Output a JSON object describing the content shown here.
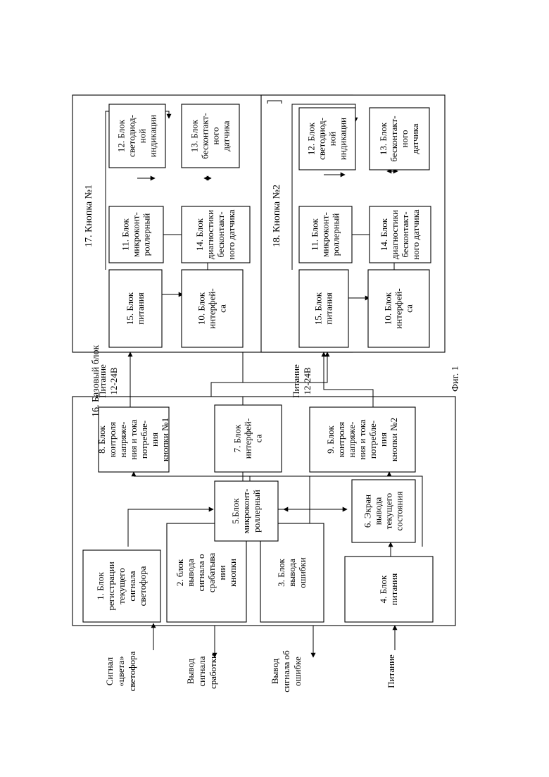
{
  "containers": {
    "base": "16. Базовый блок",
    "button1": "17. Кнопка №1",
    "button2": "18. Кнопка №2"
  },
  "base_blocks": {
    "b1": [
      "1. Блок",
      "регистрации",
      "текущего",
      "сигнала",
      "светофора"
    ],
    "b2": [
      "2. блок",
      "вывода",
      "сигнала о",
      "срабатыва",
      "нии",
      "кнопки"
    ],
    "b3": [
      "3. Блок",
      "вывода",
      "ошибки"
    ],
    "b4": [
      "4. Блок",
      "питания"
    ],
    "b5": [
      "5.Блок",
      "микроконт-",
      "роллерный"
    ],
    "b6": [
      "6. Экран",
      "вывода",
      "текущего",
      "состояния"
    ],
    "b7": [
      "7. Блок",
      "интерфей-",
      "са"
    ],
    "b8": [
      "8. Блок",
      "контроля",
      "напряже-",
      "ния и тока",
      "потребле-",
      "ния",
      "кнопки №1"
    ],
    "b9": [
      "9. Блок",
      "контроля",
      "напряже-",
      "ния и тока",
      "потребле-",
      "ния",
      "кнопки №2"
    ]
  },
  "button_blocks": {
    "b10": [
      "10. Блок",
      "интерфей-",
      "са"
    ],
    "b11": [
      "11. Блок",
      "микроконт-",
      "роллерный"
    ],
    "b12": [
      "12. Блок",
      "светодиод-",
      "ной",
      "индикации"
    ],
    "b13": [
      "13. Блок",
      "бесконтакт-",
      "ного",
      "датчика"
    ],
    "b14": [
      "14. Блок",
      "диагностики",
      "бесконтакт-",
      "ного датчика"
    ],
    "b15": [
      "15. Блок",
      "питания"
    ]
  },
  "signals": {
    "traffic_signal": [
      "Сигнал",
      "«цвета»",
      "светофора"
    ],
    "out_trigger": [
      "Вывод",
      "сигнала",
      "сработки"
    ],
    "out_error": [
      "Вывод",
      "сигнала об",
      "ошибке"
    ],
    "power_in": "Питание",
    "power_12_24": [
      "Питание",
      "12-24В"
    ]
  },
  "caption": "Фиг. 1"
}
